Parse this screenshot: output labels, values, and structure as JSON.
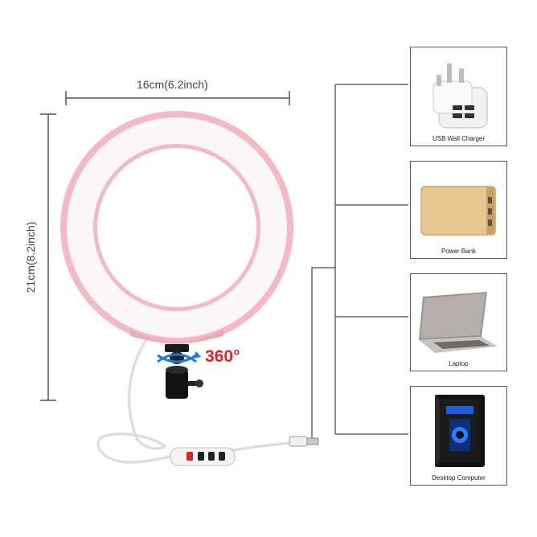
{
  "dimensions": {
    "width_label": "16cm(6.2inch)",
    "height_label": "21cm(8.2inch)"
  },
  "rotation": {
    "label": "360°"
  },
  "devices": [
    {
      "label": "USB Wall Charger",
      "icon": "usb-wall-charger-icon"
    },
    {
      "label": "Power Bank",
      "icon": "power-bank-icon"
    },
    {
      "label": "Laptop",
      "icon": "laptop-icon"
    },
    {
      "label": "Desktop Computer",
      "icon": "desktop-computer-icon"
    }
  ],
  "colors": {
    "ring_pink": "#f3b9c4",
    "ring_inner": "#fbf6f7",
    "accent_red": "#d9262c",
    "line_gray": "#555555"
  }
}
